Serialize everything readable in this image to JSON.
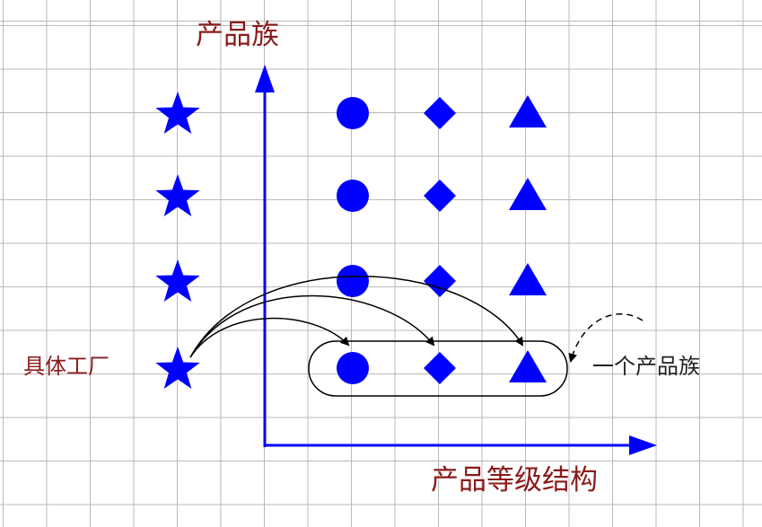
{
  "labels": {
    "y_axis": "产品族",
    "x_axis": "产品等级结构",
    "factory": "具体工厂",
    "one_family": "一个产品族"
  },
  "colors": {
    "shapes": "#0000ff",
    "axis": "#0000ff",
    "label_red": "#8b1a1a",
    "arrows": "#000000",
    "grid": "#b9b9b9"
  },
  "grid": {
    "rows": 4,
    "columns": [
      "star",
      "circle",
      "diamond",
      "triangle"
    ]
  },
  "icons": {
    "star": "star-icon",
    "circle": "circle-icon",
    "diamond": "diamond-icon",
    "triangle": "triangle-icon"
  }
}
